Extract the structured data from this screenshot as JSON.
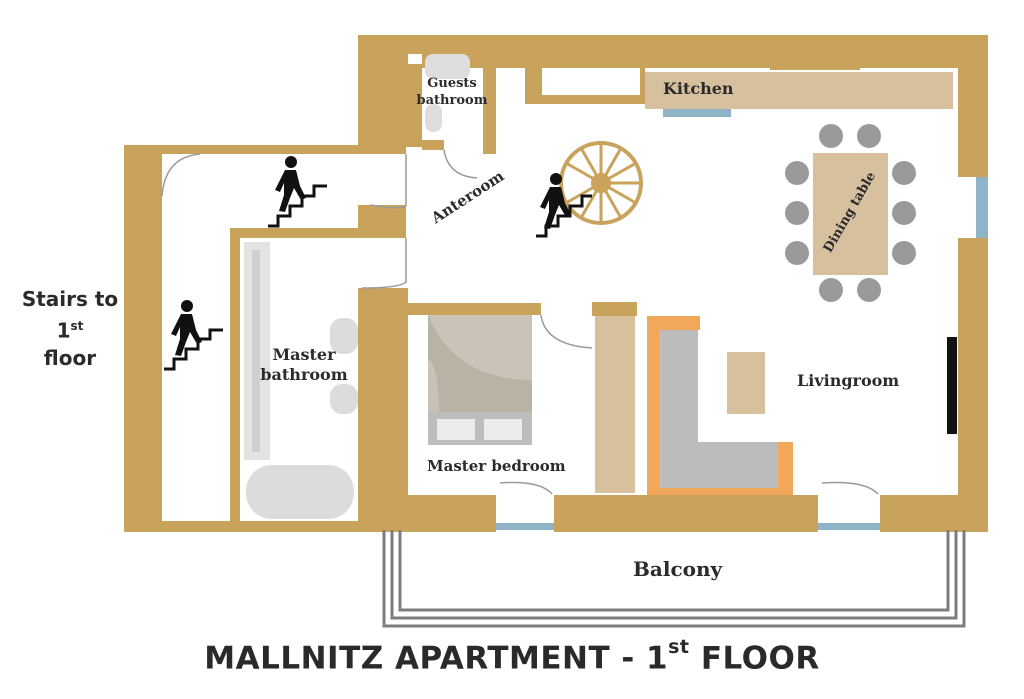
{
  "title": {
    "main": "MALLNITZ APARTMENT - 1",
    "superscript": "st",
    "suffix": " FLOOR"
  },
  "side_label": {
    "line1": "Stairs to",
    "line2": "1",
    "line2_sup": "st",
    "line3": "floor"
  },
  "rooms": {
    "guests_bathroom_1": "Guests",
    "guests_bathroom_2": "bathroom",
    "kitchen": "Kitchen",
    "anteroom": "Anteroom",
    "dining_table": "Dining table",
    "master_bathroom_1": "Master",
    "master_bathroom_2": "bathroom",
    "master_bedroom": "Master bedroom",
    "livingroom": "Livingroom",
    "balcony": "Balcony"
  },
  "colors": {
    "wall": "#c9a35c",
    "window": "#8fb4c8",
    "furniture": "#d6c09e",
    "sofa": "#bcbcbc",
    "sofa_accent": "#f1a85a",
    "chair": "#9a9a9a",
    "fixture": "#dedede",
    "balcony_rail": "#7d7d7d",
    "tv": "#111111"
  },
  "icons": [
    "stairs-person-icon"
  ]
}
